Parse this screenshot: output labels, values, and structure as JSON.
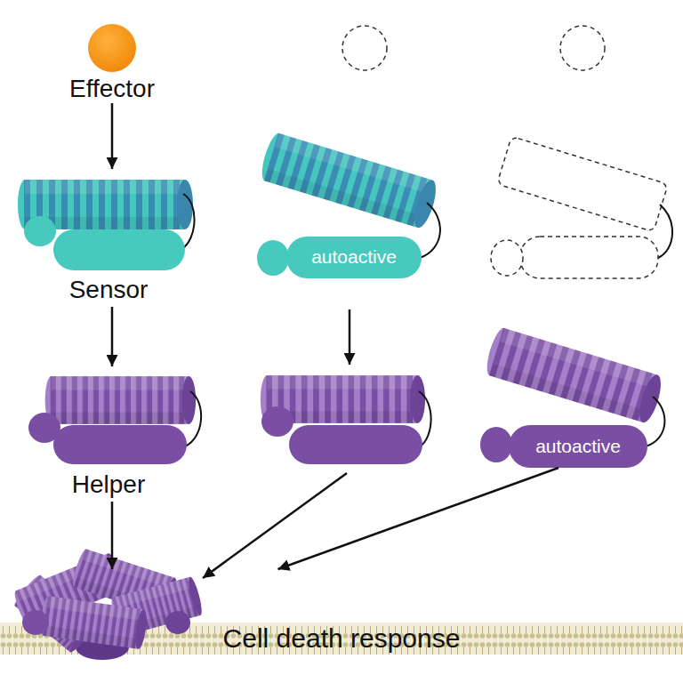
{
  "diagram": {
    "nodes": [
      {
        "text": [
          "Effector"
        ]
      },
      {
        "text": [
          "Sensor"
        ]
      },
      {
        "text": [
          "autoactive"
        ]
      },
      {
        "text": [
          "Helper"
        ]
      },
      {
        "text": [
          "autoactive"
        ]
      },
      {
        "text": [
          "Cell death response"
        ]
      }
    ],
    "edges": [
      {
        "from": 0,
        "to": 1,
        "arrow": "to"
      },
      {
        "from": 1,
        "to": 3,
        "arrow": "to"
      },
      {
        "from": 3,
        "to": 5,
        "arrow": "to"
      },
      {
        "from": 4,
        "to": 5,
        "arrow": "to"
      }
    ]
  }
}
